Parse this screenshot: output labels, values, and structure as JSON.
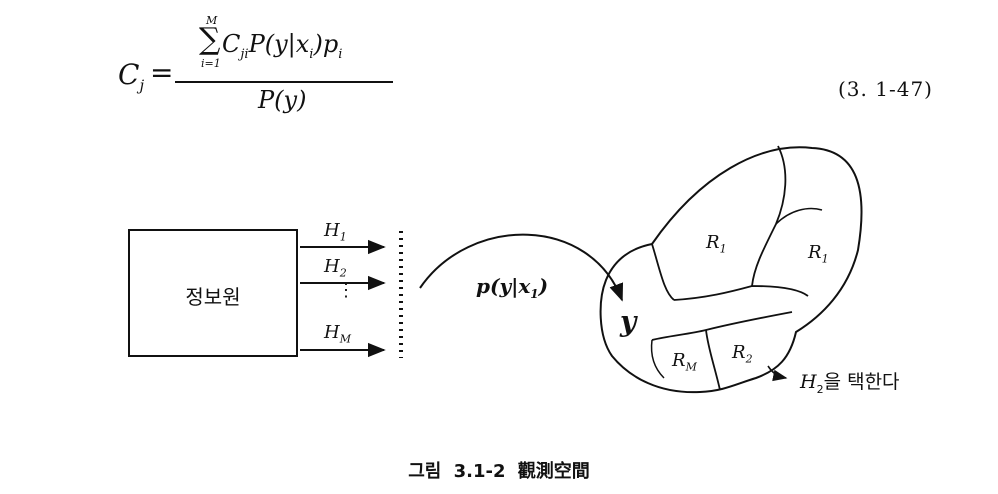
{
  "equation": {
    "lhs": "C",
    "lhs_sub": "j",
    "equals": "=",
    "sum_symbol": "∑",
    "sum_upper": "M",
    "sum_lower": "i=1",
    "numerator": "C",
    "numerator_sub": "ji",
    "numerator_rest": "P(y|x",
    "numerator_xsub": "i",
    "numerator_close": ")p",
    "numerator_psub": "i",
    "denominator": "P(y)",
    "number": "(3. 1-47)"
  },
  "figure": {
    "source_label": "정보원",
    "hypotheses": [
      {
        "name": "H",
        "sub": "1"
      },
      {
        "name": "H",
        "sub": "2"
      },
      {
        "name": "H",
        "sub": "M"
      }
    ],
    "vdots": "⋮",
    "conditional": "p(y|x",
    "conditional_sub": "1",
    "conditional_close": ")",
    "observation": "y",
    "regions": [
      {
        "name": "R",
        "sub": "1"
      },
      {
        "name": "R",
        "sub": "1"
      },
      {
        "name": "R",
        "sub": "M"
      },
      {
        "name": "R",
        "sub": "2"
      }
    ],
    "choose_h": "H",
    "choose_sub": "2",
    "choose_text": "을 택한다"
  },
  "caption": "그림 3.1-2 觀測空間"
}
